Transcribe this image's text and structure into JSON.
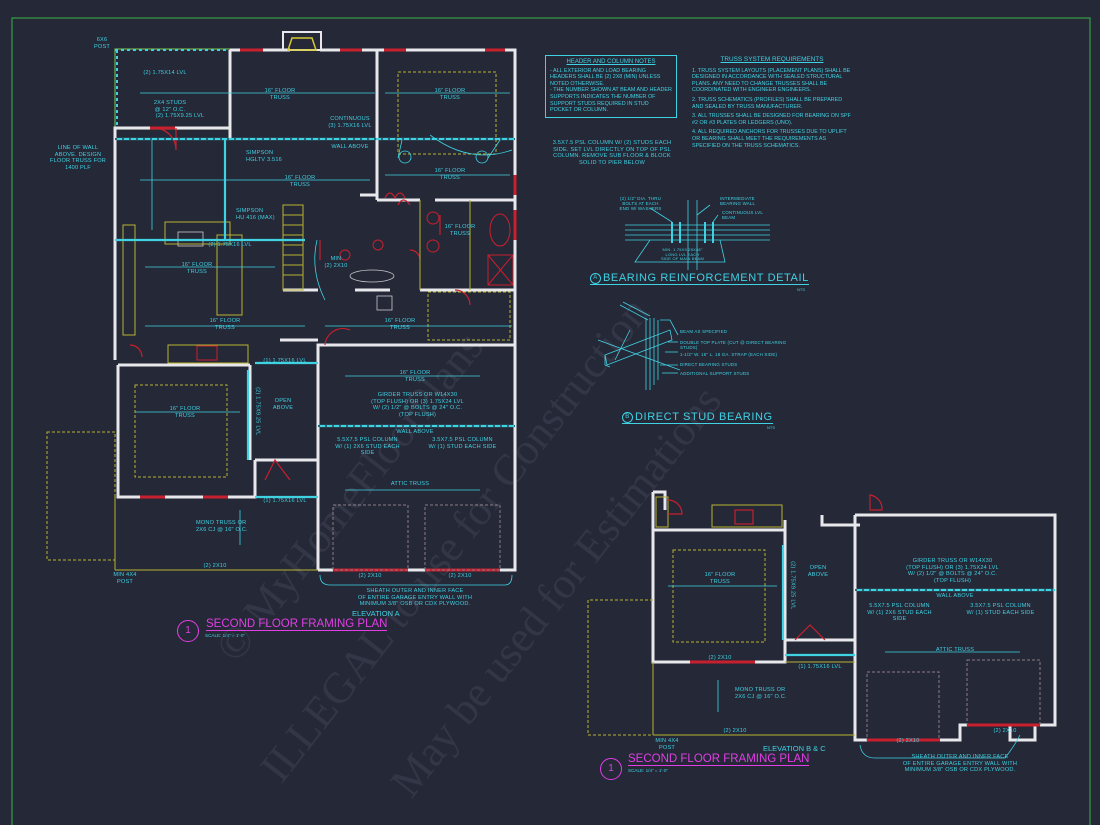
{
  "colors": {
    "background": "#252837",
    "border": "#3bb54a",
    "walls": "#e8e8ec",
    "annotation": "#3fd2e3",
    "beam": "#3fd2e3",
    "dashed_outline": "#b7b232",
    "doors_windows": "#c8202e",
    "title": "#e23ee6",
    "garage_dashed": "#8a7d85"
  },
  "header_notes": {
    "title": "HEADER AND COLUMN NOTES",
    "body": "- ALL EXTERIOR AND LOAD BEARING HEADERS SHALL BE (2) 2x8 (MIN) UNLESS NOTED OTHERWISE.\n- THE NUMBER SHOWN AT BEAM AND HEADER SUPPORTS INDICATES THE NUMBER OF SUPPORT STUDS REQUIRED IN STUD POCKET OR COLUMN."
  },
  "truss_requirements": {
    "title": "TRUSS SYSTEM REQUIREMENTS",
    "items": [
      "1. TRUSS SYSTEM LAYOUTS (PLACEMENT PLANS) SHALL BE DESIGNED IN ACCORDANCE WITH SEALED STRUCTURAL PLANS. ANY NEED TO CHANGE TRUSSES SHALL BE COORDINATED WITH ENGINEER ENGINEERS.",
      "2. TRUSS SCHEMATICS (PROFILES) SHALL BE PREPARED AND SEALED BY TRUSS MANUFACTURER.",
      "3. ALL TRUSSES SHALL BE DESIGNED FOR BEARING ON SPF #2 OR #3 PLATES OR LEDGERS (UNO).",
      "4. ALL REQUIRED ANCHORS FOR TRUSSES DUE TO UPLIFT OR BEARING SHALL MEET THE REQUIREMENTS AS SPECIFIED ON THE TRUSS SCHEMATICS."
    ]
  },
  "psl_note": "3.5x7.5 PSL COLUMN w/ (2) STUDS EACH SIDE. SET LVL DIRECTLY ON TOP OF PSL COLUMN. REMOVE SUB FLOOR & BLOCK SOLID TO PIER BELOW",
  "detail_a": {
    "bubble": "A",
    "title": "BEARING REINFORCEMENT DETAIL",
    "nts": "NTS",
    "labels": {
      "bolts": "(2) 1/2\" DIA. THRU BOLTS AT EACH END W/ WASHERS",
      "wall": "INTERMEDIATE BEARING WALL",
      "beam": "CONTINUOUS LVL BEAM",
      "min": "MIN. 1.75x9.25x48\" LONG LVL EACH SIDE OF MAIN BEAM"
    }
  },
  "detail_b": {
    "bubble": "B",
    "title": "DIRECT STUD BEARING",
    "nts": "NTS",
    "labels": [
      "BEAM AS SPECIFIED",
      "DOUBLE TOP PLATE (CUT @ DIRECT BEARING STUDS)",
      "1-1/2\" W. 16\" L. 18 GA. STRAP (EACH SIDE)",
      "DIRECT BEARING STUDS",
      "ADDITIONAL SUPPORT STUDS"
    ]
  },
  "plan_a": {
    "number": "1",
    "title": "SECOND FLOOR FRAMING PLAN",
    "scale": "SCALE: 1/4\" = 1'-0\"",
    "elevation": "ELEVATION A",
    "labels": {
      "post_6x6": "6x6\nPOST",
      "lvl_2_175x14": "(2) 1.75x14 LVL",
      "studs_2x4": "2x4 STUDS\n@ 12\" O.C.",
      "lvl_2_175x925": "(2) 1.75x9.25 LVL",
      "line_of_wall": "LINE OF WALL\nABOVE. DESIGN\nFLOOR TRUSS FOR\n1400 PLF",
      "truss_top_left": "16\" FLOOR\nTRUSS",
      "truss_top_right": "16\" FLOOR\nTRUSS",
      "continuous_lvl": "CONTINUOUS\n(3) 1.75x16 LVL",
      "wall_above": "WALL ABOVE",
      "simpson_hgltv": "SIMPSON\nHGLTV 3.516",
      "truss_mid_left": "16\" FLOOR\nTRUSS",
      "truss_mid_right": "16\" FLOOR\nTRUSS",
      "simpson_hu": "SIMPSON\nHU 416 (MAX)",
      "lvl_2_175x16": "(2) 1.75x16 LVL",
      "truss_kitchen": "16\" FLOOR\nTRUSS",
      "min_2x10": "MIN\n(2) 2x10",
      "truss_bath": "16\" FLOOR\nTRUSS",
      "truss_lower": "16\" FLOOR\nTRUSS",
      "truss_laundry": "16\" FLOOR\nTRUSS",
      "lvl_1_175x16": "(1) 1.75x16 LVL",
      "truss_room": "16\" FLOOR\nTRUSS",
      "lvl_side": "(2) 1.75x9.25 LVL",
      "open_above": "OPEN\nABOVE",
      "truss_garage": "16\" FLOOR\nTRUSS",
      "girder": "GIRDER TRUSS OR W14x30\n(TOP FLUSH) OR (3) 1.75x24 LVL\nw/ (2) 1/2\" @ BOLTS @ 24\" O.C.\n(TOP FLUSH)",
      "wall_above_garage": "WALL ABOVE",
      "psl_left": "5.5x7.5 PSL COLUMN\nw/ (1) 2x6 STUD EACH SIDE",
      "psl_right": "3.5x7.5 PSL COLUMN\nw/ (1) STUD EACH SIDE",
      "attic_truss": "ATTIC TRUSS",
      "lvl_bottom": "(1) 1.75x16 LVL",
      "mono_truss": "MONO TRUSS OR\n2x6 CJ @ 16\" O.C.",
      "porch_header": "(2) 2x10",
      "min_post": "MIN 4x4\nPOST",
      "garage_header_1": "(2) 2x10",
      "garage_header_2": "(2) 2x10",
      "sheath": "SHEATH OUTER AND INNER FACE\nOF ENTIRE GARAGE ENTRY WALL WITH\nMINIMUM 3/8\" OSB OR CDX PLYWOOD."
    }
  },
  "plan_bc": {
    "number": "1",
    "title": "SECOND FLOOR FRAMING PLAN",
    "scale": "SCALE: 1/4\" = 1'-0\"",
    "elevation": "ELEVATION B & C",
    "labels": {
      "truss_room": "16\" FLOOR\nTRUSS",
      "lvl_side": "(2) 1.75x9.25 LVL",
      "open_above": "OPEN\nABOVE",
      "room_header": "(2) 2x10",
      "lvl_bottom": "(1) 1.75x16 LVL",
      "mono_truss": "MONO TRUSS OR\n2x6 CJ @ 16\" O.C.",
      "porch_header": "(2) 2x10",
      "min_post": "MIN 4x4\nPOST",
      "girder": "GIRDER TRUSS OR W14x30\n(TOP FLUSH) OR (3) 1.75x24 LVL\nw/ (2) 1/2\" @ BOLTS @ 24\" O.C.\n(TOP FLUSH)",
      "wall_above": "WALL ABOVE",
      "psl_left": "5.5x7.5 PSL COLUMN\nw/ (1) 2x6 STUD EACH SIDE",
      "psl_right": "3.5x7.5 PSL COLUMN\nw/ (1) STUD EACH SIDE",
      "attic_truss": "ATTIC TRUSS",
      "garage_header_1": "(2) 2x10",
      "garage_header_2": "(2) 2x10",
      "sheath": "SHEATH OUTER AND INNER FACE\nOF ENTIRE GARAGE ENTRY WALL WITH\nMINIMUM 3/8\" OSB OR CDX PLYWOOD."
    }
  },
  "watermark": {
    "line1": "© MyHomeFloorPlans",
    "line2": "ILLEGAL to use for Construction",
    "line3": "May be used for Estimations"
  }
}
